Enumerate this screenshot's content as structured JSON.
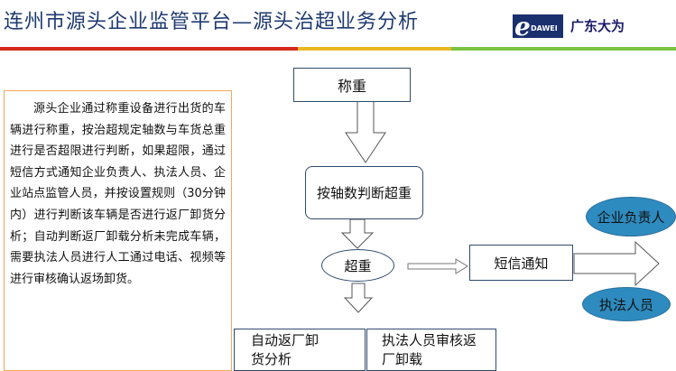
{
  "header": {
    "title": "连州市源头企业监管平台—源头治超业务分析",
    "brand_name": "广东大为",
    "logo_letter": "e",
    "logo_caption": "DAWEI"
  },
  "colors": {
    "title": "#1e3a70",
    "rule_red": "#d62a1c",
    "rule_yellow": "#e8b923",
    "rule_green": "#7cc242",
    "box_border": "#f3a85c",
    "node_border": "#2f4b6e",
    "oval_fill": "#2e8bbf"
  },
  "description": "源头企业通过称重设备进行出货的车辆进行称重，按治超规定轴数与车货总重进行是否超限进行判断，如果超限，通过短信方式通知企业负责人、执法人员、企业站点监管人员，并按设置规则（30分钟内）进行判断该车辆是否进行返厂卸货分析；自动判断返厂卸载分析未完成车辆，需要执法人员进行人工通过电话、视频等进行审核确认返场卸货。",
  "flow": {
    "weigh": "称重",
    "axle_judge": "按轴数判断超重",
    "overweight": "超重",
    "sms_notify": "短信通知",
    "enterprise_owner": "企业负责人",
    "law_officer": "执法人员",
    "auto_return": "自动返厂卸货分析",
    "officer_review": "执法人员审核返厂卸载"
  }
}
